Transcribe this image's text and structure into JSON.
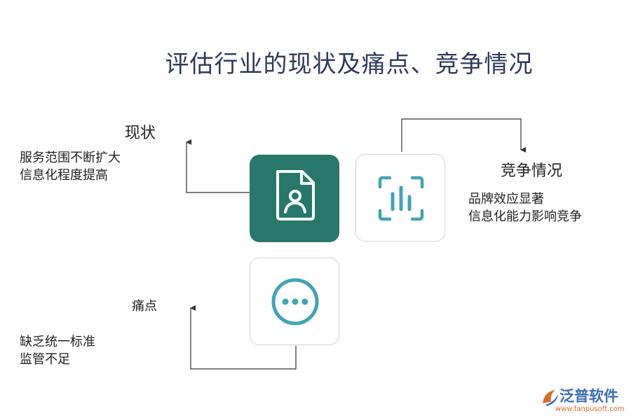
{
  "title": "评估行业的现状及痛点、竞争情况",
  "status": {
    "heading": "现状",
    "lines": [
      "服务范围不断扩大",
      "信息化程度提高"
    ]
  },
  "competition": {
    "heading": "竞争情况",
    "lines": [
      "品牌效应显著",
      "信息化能力影响竞争"
    ]
  },
  "pain": {
    "heading": "痛点",
    "lines": [
      "缺乏统一标准",
      "监管不足"
    ]
  },
  "icons": {
    "status": "document-user-icon",
    "competition": "bar-chart-icon",
    "pain": "more-dots-icon"
  },
  "colors": {
    "accent_dark": "#27776b",
    "icon_teal": "#3fa4b4"
  },
  "logo": {
    "name": "泛普软件",
    "url": "www.fanpusoft.com"
  }
}
